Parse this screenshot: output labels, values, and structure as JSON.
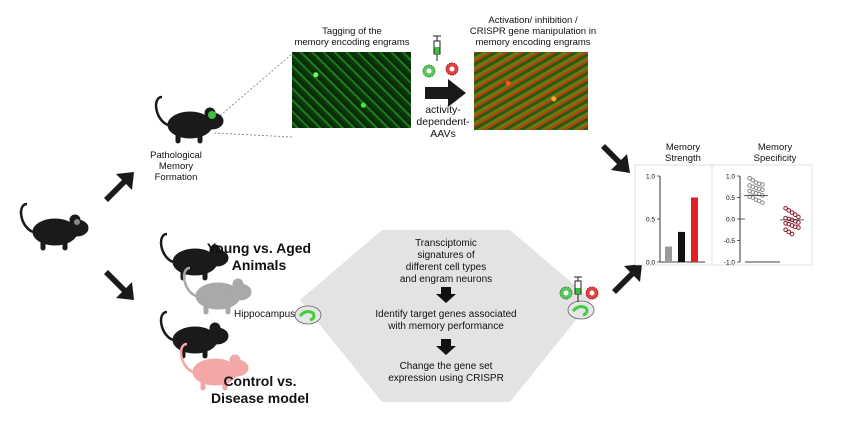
{
  "top": {
    "tagging_label_1": "Tagging of the",
    "tagging_label_2": "memory encoding engrams",
    "activation_label_1": "Activation/ inhibition /",
    "activation_label_2": "CRISPR gene manipulation in",
    "activation_label_3": "memory encoding engrams",
    "aav_label_1": "activity-",
    "aav_label_2": "dependent-",
    "aav_label_3": "AAVs",
    "pathological_1": "Pathological",
    "pathological_2": "Memory",
    "pathological_3": "Formation"
  },
  "left": {
    "young_aged_1": "Young vs. Aged",
    "young_aged_2": "Animals",
    "control_1": "Control vs.",
    "control_2": "Disease model",
    "hippocampus": "Hippocampus"
  },
  "hexagon": {
    "step1_1": "Transciptomic",
    "step1_2": "signatures of",
    "step1_3": "different cell types",
    "step1_4": "and engram neurons",
    "step2_1": "Identify target genes associated",
    "step2_2": "with memory performance",
    "step3_1": "Change the gene set",
    "step3_2": "expression using CRISPR"
  },
  "colors": {
    "arrow": "#1a1a1a",
    "mouse_black": "#1a1a1a",
    "mouse_gray": "#a9a9a9",
    "mouse_pink": "#f4a7a7",
    "hexagon_fill": "#e3e3e3",
    "bar_gray": "#9a9a9a",
    "bar_black": "#111111",
    "bar_red": "#e0202a",
    "dot_gray": "#8a8a8a",
    "dot_maroon": "#8b1a2a"
  },
  "chart_data": [
    {
      "type": "bar",
      "title": "Memory Strength",
      "categories": [
        "",
        "",
        ""
      ],
      "values": [
        0.18,
        0.35,
        0.75
      ],
      "yticks": [
        "0.0",
        "0.5",
        "1.0"
      ],
      "ylim": [
        0,
        1.0
      ]
    },
    {
      "type": "scatter",
      "title": "Memory Specificity",
      "yticks": [
        "-1.0",
        "-0.5",
        "0.0",
        "0.5",
        "1.0"
      ],
      "ylim": [
        -1.0,
        1.0
      ],
      "groups": [
        {
          "values": [
            0.95,
            0.9,
            0.85,
            0.82,
            0.8,
            0.78,
            0.75,
            0.72,
            0.7,
            0.68,
            0.65,
            0.62,
            0.6,
            0.58,
            0.55,
            0.52,
            0.5,
            0.45,
            0.42,
            0.38
          ],
          "mean": 0.55
        },
        {
          "values": [
            0.25,
            0.2,
            0.15,
            0.1,
            0.05,
            0.02,
            0.0,
            -0.02,
            -0.05,
            -0.08,
            -0.1,
            -0.12,
            -0.15,
            -0.18,
            -0.2,
            -0.25,
            -0.3,
            -0.35
          ],
          "mean": -0.02
        }
      ]
    }
  ]
}
